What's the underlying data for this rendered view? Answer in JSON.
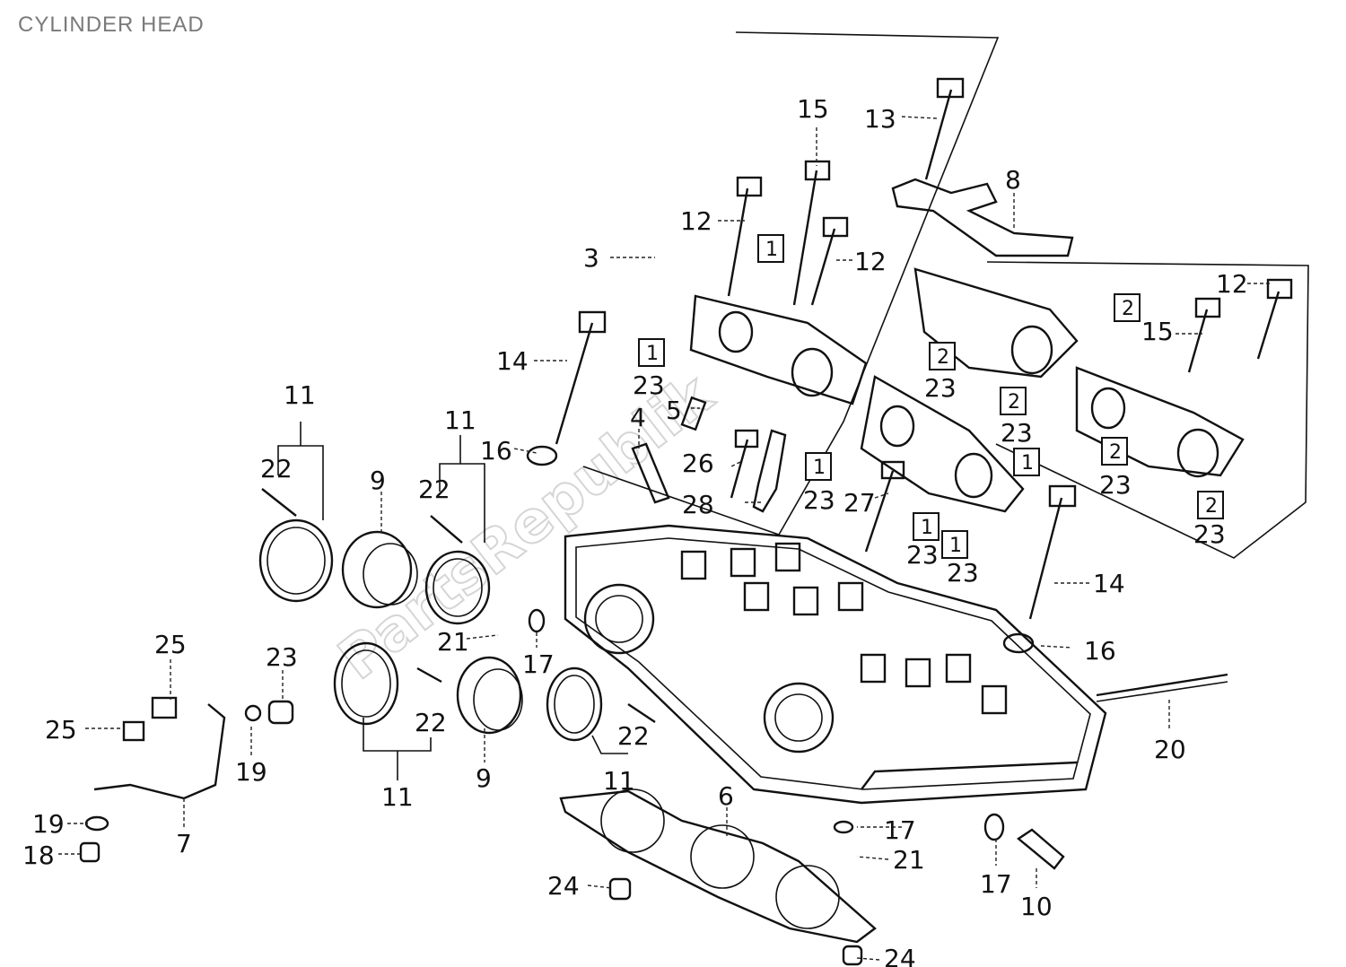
{
  "page": {
    "title": "CYLINDER HEAD"
  },
  "watermark": "PartsRepublik",
  "labels": {
    "n3": "3",
    "n4": "4",
    "n5": "5",
    "n6": "6",
    "n7": "7",
    "n8": "8",
    "n9": "9",
    "n10": "10",
    "n11": "11",
    "n12": "12",
    "n13": "13",
    "n14": "14",
    "n15": "15",
    "n16": "16",
    "n17": "17",
    "n18": "18",
    "n19": "19",
    "n20": "20",
    "n21": "21",
    "n22": "22",
    "n23": "23",
    "n24": "24",
    "n25": "25",
    "n26": "26",
    "n27": "27",
    "n28": "28",
    "box1": "1",
    "box2": "2"
  }
}
